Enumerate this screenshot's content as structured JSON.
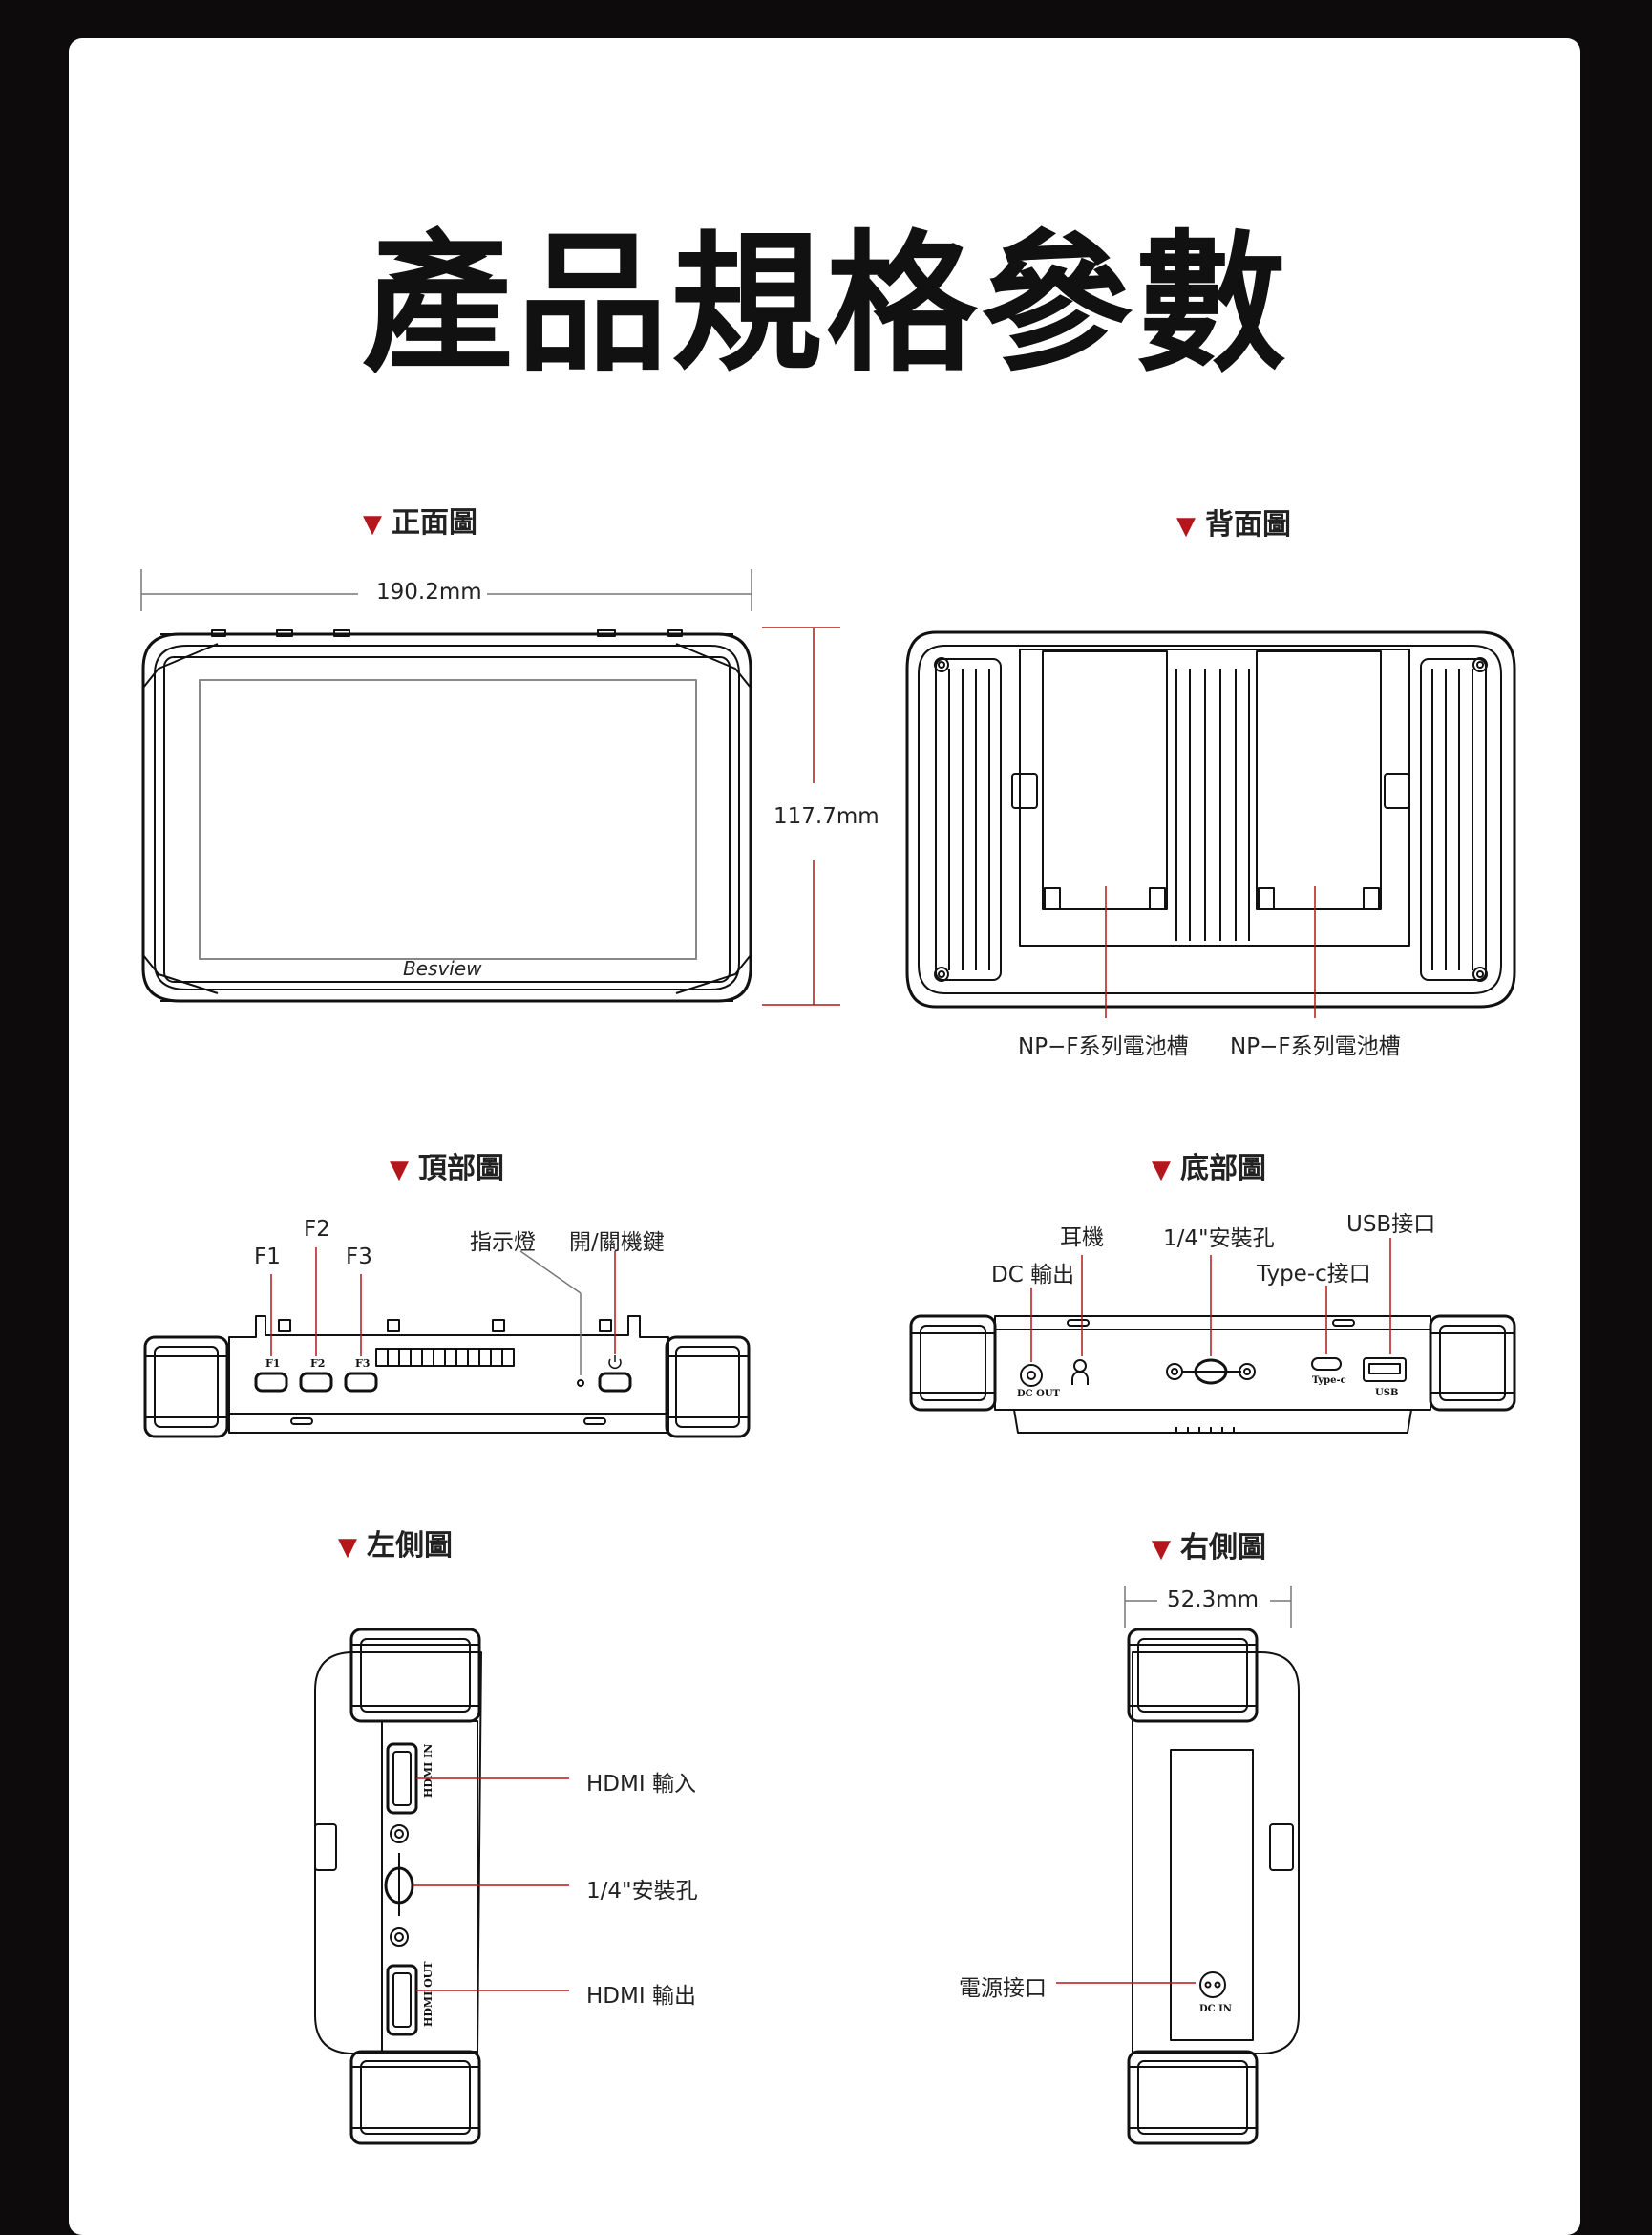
{
  "page": {
    "title": "產品規格參數"
  },
  "sections": {
    "front": "正面圖",
    "back": "背面圖",
    "top": "頂部圖",
    "bottom": "底部圖",
    "left": "左側圖",
    "right": "右側圖"
  },
  "front_view": {
    "width": "190.2mm",
    "height": "117.7mm",
    "brand": "Besview"
  },
  "back_view": {
    "battery_slot_1": "NP−F系列電池槽",
    "battery_slot_2": "NP−F系列電池槽"
  },
  "top_view": {
    "f1": "F1",
    "f2": "F2",
    "f3": "F3",
    "indicator": "指示燈",
    "power_key": "開/關機鍵",
    "btn_f1": "F1",
    "btn_f2": "F2",
    "btn_f3": "F3"
  },
  "bottom_view": {
    "dc_out": "DC 輸出",
    "headphone": "耳機",
    "mount": "1/4\"安裝孔",
    "usb": "USB接口",
    "typec": "Type-c接口",
    "print_dc_out": "DC OUT",
    "print_typec": "Type-c",
    "print_usb": "USB"
  },
  "left_view": {
    "hdmi_in": "HDMI 輸入",
    "mount": "1/4\"安裝孔",
    "hdmi_out": "HDMI 輸出",
    "print_hdmi_in": "HDMI IN",
    "print_hdmi_out": "HDMI OUT"
  },
  "right_view": {
    "depth": "52.3mm",
    "power_port": "電源接口",
    "print_dc_in": "DC IN"
  },
  "colors": {
    "background": "#0e0b0c",
    "card": "#ffffff",
    "accent_red": "#b3171c",
    "drawing": "#111111"
  }
}
